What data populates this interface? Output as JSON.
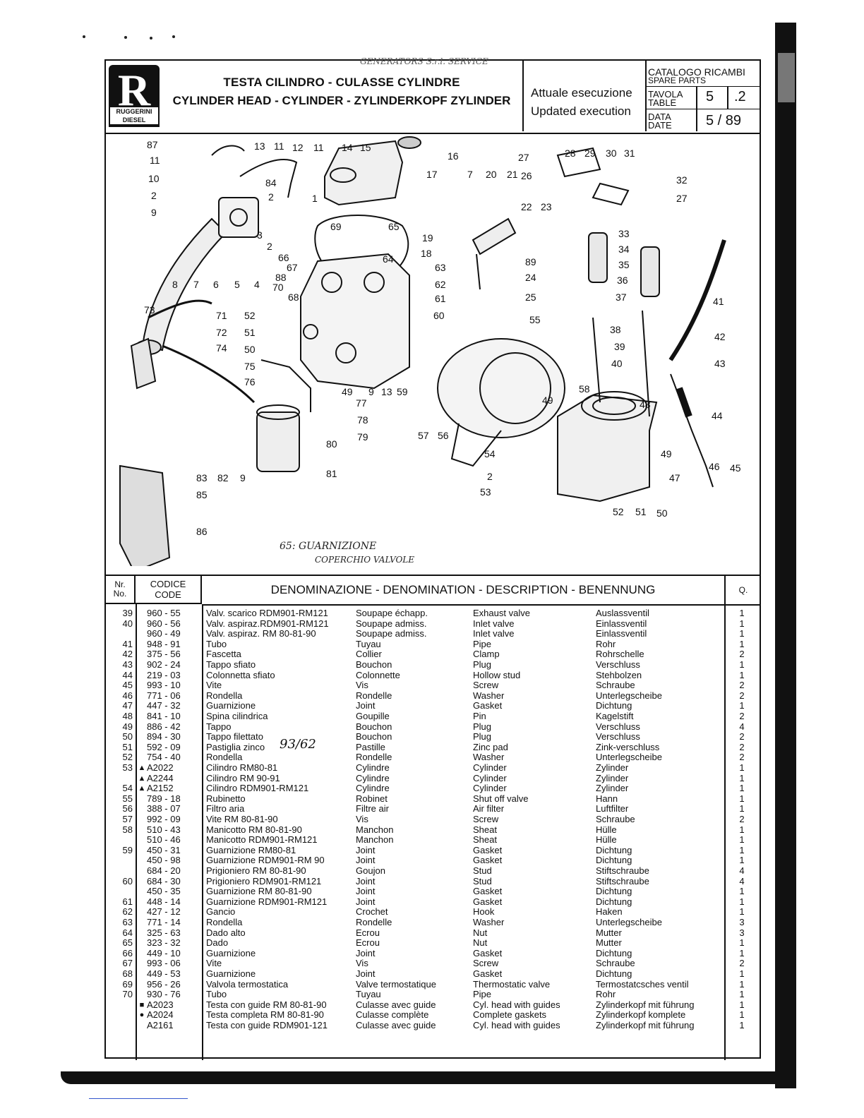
{
  "header": {
    "logo_letter": "R",
    "logo_brand": "RUGGERINI DIESEL",
    "title_line1": "TESTA CILINDRO  -  CULASSE CYLINDRE",
    "title_line2": "CYLINDER HEAD - CYLINDER - ZYLINDERKOPF ZYLINDER",
    "execution_it": "Attuale esecuzione",
    "execution_en": "Updated execution",
    "catalog_label_1": "CATALOGO RICAMBI",
    "catalog_label_2": "SPARE PARTS",
    "table_label_1": "TAVOLA",
    "table_label_2": "TABLE",
    "table_number": "5",
    "table_sub": ".2",
    "date_label_1": "DATA",
    "date_label_2": "DATE",
    "date_value": "5 / 89",
    "stamp_text": "GENERATORS S.r.l.  SERVICE"
  },
  "drawing": {
    "callouts": [
      "87",
      "11",
      "10",
      "2",
      "9",
      "13",
      "11",
      "12",
      "11",
      "14",
      "15",
      "16",
      "17",
      "84",
      "2",
      "1",
      "3",
      "2",
      "66",
      "67",
      "88",
      "70",
      "68",
      "4",
      "5",
      "6",
      "7",
      "8",
      "69",
      "65",
      "64",
      "7",
      "20",
      "21",
      "26",
      "19",
      "18",
      "63",
      "62",
      "61",
      "60",
      "22",
      "23",
      "89",
      "24",
      "25",
      "27",
      "28",
      "29",
      "30",
      "31",
      "32",
      "27",
      "33",
      "34",
      "35",
      "36",
      "37",
      "38",
      "39",
      "40",
      "41",
      "42",
      "43",
      "44",
      "45",
      "46",
      "47",
      "48",
      "49",
      "49",
      "50",
      "51",
      "52",
      "53",
      "54",
      "2",
      "55",
      "56",
      "57",
      "58",
      "59",
      "13",
      "9",
      "49",
      "73",
      "71",
      "72",
      "74",
      "52",
      "51",
      "50",
      "75",
      "76",
      "77",
      "78",
      "79",
      "80",
      "81",
      "82",
      "83",
      "9",
      "85",
      "86"
    ],
    "handwritten_note_1": "65: GUARNIZIONE",
    "handwritten_note_2": "COPERCHIO VALVOLE"
  },
  "table": {
    "col_nr_1": "Nr.",
    "col_nr_2": "No.",
    "col_code_1": "CODICE",
    "col_code_2": "CODE",
    "col_desc": "DENOMINAZIONE - DENOMINATION - DESCRIPTION - BENENNUNG",
    "col_q": "Q.",
    "handwritten_margin": "93/62",
    "rows": [
      {
        "no": "39",
        "mk": "",
        "code": "960 - 55",
        "it": "Valv. scarico RDM901-RM121",
        "fr": "Soupape échapp.",
        "en": "Exhaust valve",
        "de": "Auslassventil",
        "q": "1"
      },
      {
        "no": "40",
        "mk": "",
        "code": "960 - 56",
        "it": "Valv. aspiraz.RDM901-RM121",
        "fr": "Soupape admiss.",
        "en": "Inlet valve",
        "de": "Einlassventil",
        "q": "1"
      },
      {
        "no": "",
        "mk": "",
        "code": "960 - 49",
        "it": "Valv. aspiraz. RM 80-81-90",
        "fr": "Soupape admiss.",
        "en": "Inlet valve",
        "de": "Einlassventil",
        "q": "1"
      },
      {
        "no": "41",
        "mk": "",
        "code": "948 - 91",
        "it": "Tubo",
        "fr": "Tuyau",
        "en": "Pipe",
        "de": "Rohr",
        "q": "1"
      },
      {
        "no": "42",
        "mk": "",
        "code": "375 - 56",
        "it": "Fascetta",
        "fr": "Collier",
        "en": "Clamp",
        "de": "Rohrschelle",
        "q": "2"
      },
      {
        "no": "43",
        "mk": "",
        "code": "902 - 24",
        "it": "Tappo sfiato",
        "fr": "Bouchon",
        "en": "Plug",
        "de": "Verschluss",
        "q": "1"
      },
      {
        "no": "44",
        "mk": "",
        "code": "219 - 03",
        "it": "Colonnetta sfiato",
        "fr": "Colonnette",
        "en": "Hollow stud",
        "de": "Stehbolzen",
        "q": "1"
      },
      {
        "no": "45",
        "mk": "",
        "code": "993 - 10",
        "it": "Vite",
        "fr": "Vis",
        "en": "Screw",
        "de": "Schraube",
        "q": "2"
      },
      {
        "no": "46",
        "mk": "",
        "code": "771 - 06",
        "it": "Rondella",
        "fr": "Rondelle",
        "en": "Washer",
        "de": "Unterlegscheibe",
        "q": "2"
      },
      {
        "no": "47",
        "mk": "",
        "code": "447 - 32",
        "it": "Guarnizione",
        "fr": "Joint",
        "en": "Gasket",
        "de": "Dichtung",
        "q": "1"
      },
      {
        "no": "48",
        "mk": "",
        "code": "841 - 10",
        "it": "Spina cilindrica",
        "fr": "Goupille",
        "en": "Pin",
        "de": "Kagelstift",
        "q": "2"
      },
      {
        "no": "49",
        "mk": "",
        "code": "886 - 42",
        "it": "Tappo",
        "fr": "Bouchon",
        "en": "Plug",
        "de": "Verschluss",
        "q": "4"
      },
      {
        "no": "50",
        "mk": "",
        "code": "894 - 30",
        "it": "Tappo filettato",
        "fr": "Bouchon",
        "en": "Plug",
        "de": "Verschluss",
        "q": "2"
      },
      {
        "no": "51",
        "mk": "",
        "code": "592 - 09",
        "it": "Pastiglia zinco",
        "fr": "Pastille",
        "en": "Zinc pad",
        "de": "Zink-verschluss",
        "q": "2"
      },
      {
        "no": "52",
        "mk": "",
        "code": "754 - 40",
        "it": "Rondella",
        "fr": "Rondelle",
        "en": "Washer",
        "de": "Unterlegscheibe",
        "q": "2"
      },
      {
        "no": "53",
        "mk": "▲",
        "code": "A2022",
        "it": "Cilindro RM80-81",
        "fr": "Cylindre",
        "en": "Cylinder",
        "de": "Zylinder",
        "q": "1"
      },
      {
        "no": "",
        "mk": "▲",
        "code": "A2244",
        "it": "Cilindro RM 90-91",
        "fr": "Cylindre",
        "en": "Cylinder",
        "de": "Zylinder",
        "q": "1"
      },
      {
        "no": "54",
        "mk": "▲",
        "code": "A2152",
        "it": "Cilindro RDM901-RM121",
        "fr": "Cylindre",
        "en": "Cylinder",
        "de": "Zylinder",
        "q": "1"
      },
      {
        "no": "55",
        "mk": "",
        "code": "789 - 18",
        "it": "Rubinetto",
        "fr": "Robinet",
        "en": "Shut off valve",
        "de": "Hann",
        "q": "1"
      },
      {
        "no": "56",
        "mk": "",
        "code": "388 - 07",
        "it": "Filtro aria",
        "fr": "Filtre air",
        "en": "Air filter",
        "de": "Luftfilter",
        "q": "1"
      },
      {
        "no": "57",
        "mk": "",
        "code": "992 - 09",
        "it": "Vite RM 80-81-90",
        "fr": "Vis",
        "en": "Screw",
        "de": "Schraube",
        "q": "2"
      },
      {
        "no": "58",
        "mk": "",
        "code": "510 - 43",
        "it": "Manicotto RM 80-81-90",
        "fr": "Manchon",
        "en": "Sheat",
        "de": "Hülle",
        "q": "1"
      },
      {
        "no": "",
        "mk": "",
        "code": "510 - 46",
        "it": "Manicotto RDM901-RM121",
        "fr": "Manchon",
        "en": "Sheat",
        "de": "Hülle",
        "q": "1"
      },
      {
        "no": "59",
        "mk": "",
        "code": "450 - 31",
        "it": "Guarnizione RM80-81",
        "fr": "Joint",
        "en": "Gasket",
        "de": "Dichtung",
        "q": "1"
      },
      {
        "no": "",
        "mk": "",
        "code": "450 - 98",
        "it": "Guarnizione RDM901-RM 90",
        "fr": "Joint",
        "en": "Gasket",
        "de": "Dichtung",
        "q": "1"
      },
      {
        "no": "",
        "mk": "",
        "code": "684 - 20",
        "it": "Prigioniero RM 80-81-90",
        "fr": "Goujon",
        "en": "Stud",
        "de": "Stiftschraube",
        "q": "4"
      },
      {
        "no": "60",
        "mk": "",
        "code": "684 - 30",
        "it": "Prigioniero RDM901-RM121",
        "fr": "Joint",
        "en": "Stud",
        "de": "Stiftschraube",
        "q": "4"
      },
      {
        "no": "",
        "mk": "",
        "code": "450 - 35",
        "it": "Guarnizione RM 80-81-90",
        "fr": "Joint",
        "en": "Gasket",
        "de": "Dichtung",
        "q": "1"
      },
      {
        "no": "61",
        "mk": "",
        "code": "448 - 14",
        "it": "Guarnizione RDM901-RM121",
        "fr": "Joint",
        "en": "Gasket",
        "de": "Dichtung",
        "q": "1"
      },
      {
        "no": "62",
        "mk": "",
        "code": "427 - 12",
        "it": "Gancio",
        "fr": "Crochet",
        "en": "Hook",
        "de": "Haken",
        "q": "1"
      },
      {
        "no": "63",
        "mk": "",
        "code": "771 - 14",
        "it": "Rondella",
        "fr": "Rondelle",
        "en": "Washer",
        "de": "Unterlegscheibe",
        "q": "3"
      },
      {
        "no": "64",
        "mk": "",
        "code": "325 - 63",
        "it": "Dado alto",
        "fr": "Ecrou",
        "en": "Nut",
        "de": "Mutter",
        "q": "3"
      },
      {
        "no": "65",
        "mk": "",
        "code": "323 - 32",
        "it": "Dado",
        "fr": "Ecrou",
        "en": "Nut",
        "de": "Mutter",
        "q": "1"
      },
      {
        "no": "66",
        "mk": "",
        "code": "449 - 10",
        "it": "Guarnizione",
        "fr": "Joint",
        "en": "Gasket",
        "de": "Dichtung",
        "q": "1"
      },
      {
        "no": "67",
        "mk": "",
        "code": "993 - 06",
        "it": "Vite",
        "fr": "Vis",
        "en": "Screw",
        "de": "Schraube",
        "q": "2"
      },
      {
        "no": "68",
        "mk": "",
        "code": "449 - 53",
        "it": "Guarnizione",
        "fr": "Joint",
        "en": "Gasket",
        "de": "Dichtung",
        "q": "1"
      },
      {
        "no": "69",
        "mk": "",
        "code": "956 - 26",
        "it": "Valvola termostatica",
        "fr": "Valve termostatique",
        "en": "Thermostatic valve",
        "de": "Termostatcsches ventil",
        "q": "1"
      },
      {
        "no": "70",
        "mk": "",
        "code": "930 - 76",
        "it": "Tubo",
        "fr": "Tuyau",
        "en": "Pipe",
        "de": "Rohr",
        "q": "1"
      },
      {
        "no": "",
        "mk": "■",
        "code": "A2023",
        "it": "Testa con guide RM 80-81-90",
        "fr": "Culasse avec guide",
        "en": "Cyl. head with guides",
        "de": "Zylinderkopf mit führung",
        "q": "1"
      },
      {
        "no": "",
        "mk": "●",
        "code": "A2024",
        "it": "Testa completa  RM 80-81-90",
        "fr": "Culasse complète",
        "en": "Complete gaskets",
        "de": "Zylinderkopf komplete",
        "q": "1"
      },
      {
        "no": "",
        "mk": "",
        "code": "A2161",
        "it": "Testa con guide RDM901-121",
        "fr": "Culasse avec guide",
        "en": "Cyl. head with guides",
        "de": "Zylinderkopf mit führung",
        "q": "1"
      }
    ]
  }
}
